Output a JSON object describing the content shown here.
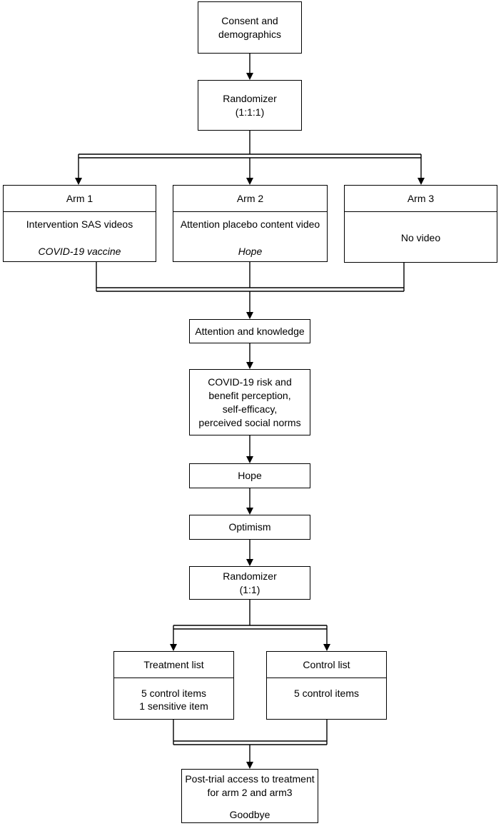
{
  "steps": {
    "consent": {
      "lines": [
        "Consent and",
        "demographics"
      ]
    },
    "randomizer1": {
      "lines": [
        "Randomizer",
        "(1:1:1)"
      ]
    },
    "attention": {
      "label": "Attention and knowledge"
    },
    "perception": {
      "lines": [
        "COVID-19 risk and",
        "benefit perception,",
        "self-efficacy,",
        "perceived social norms"
      ]
    },
    "hope": {
      "label": "Hope"
    },
    "optimism": {
      "label": "Optimism"
    },
    "randomizer2": {
      "lines": [
        "Randomizer",
        "(1:1)"
      ]
    },
    "final": {
      "lines": [
        "Post-trial access to treatment",
        "for arm 2 and arm3",
        "Goodbye"
      ]
    }
  },
  "arms": [
    {
      "title": "Arm 1",
      "content": "Intervention SAS videos",
      "topic": "COVID-19 vaccine"
    },
    {
      "title": "Arm 2",
      "content": "Attention placebo content video",
      "topic": "Hope"
    },
    {
      "title": "Arm 3",
      "content": "No video",
      "topic": ""
    }
  ],
  "lists": [
    {
      "title": "Treatment list",
      "items": [
        "5 control items",
        "1 sensitive item"
      ]
    },
    {
      "title": "Control list",
      "items": [
        "5 control items"
      ]
    }
  ]
}
